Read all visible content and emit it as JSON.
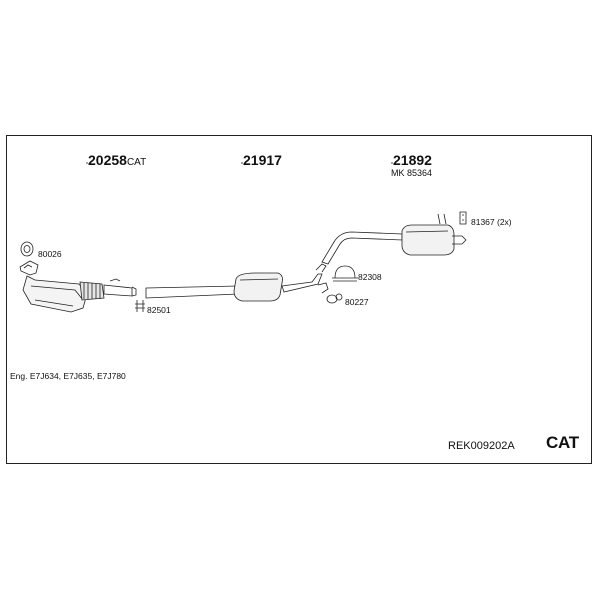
{
  "parts": {
    "p1": {
      "number": "20258",
      "suffix": "CAT"
    },
    "p2": {
      "number": "21917"
    },
    "p3": {
      "number": "21892",
      "sub": "MK  85364"
    }
  },
  "accessories": {
    "a1": "80026",
    "a2": "82501",
    "a3": "82308",
    "a4": "80227",
    "a5": "81367 (2x)"
  },
  "engine_note": "Eng. E7J634, E7J635, E7J780",
  "kit_code": "REK009202A",
  "kit_type": "CAT"
}
